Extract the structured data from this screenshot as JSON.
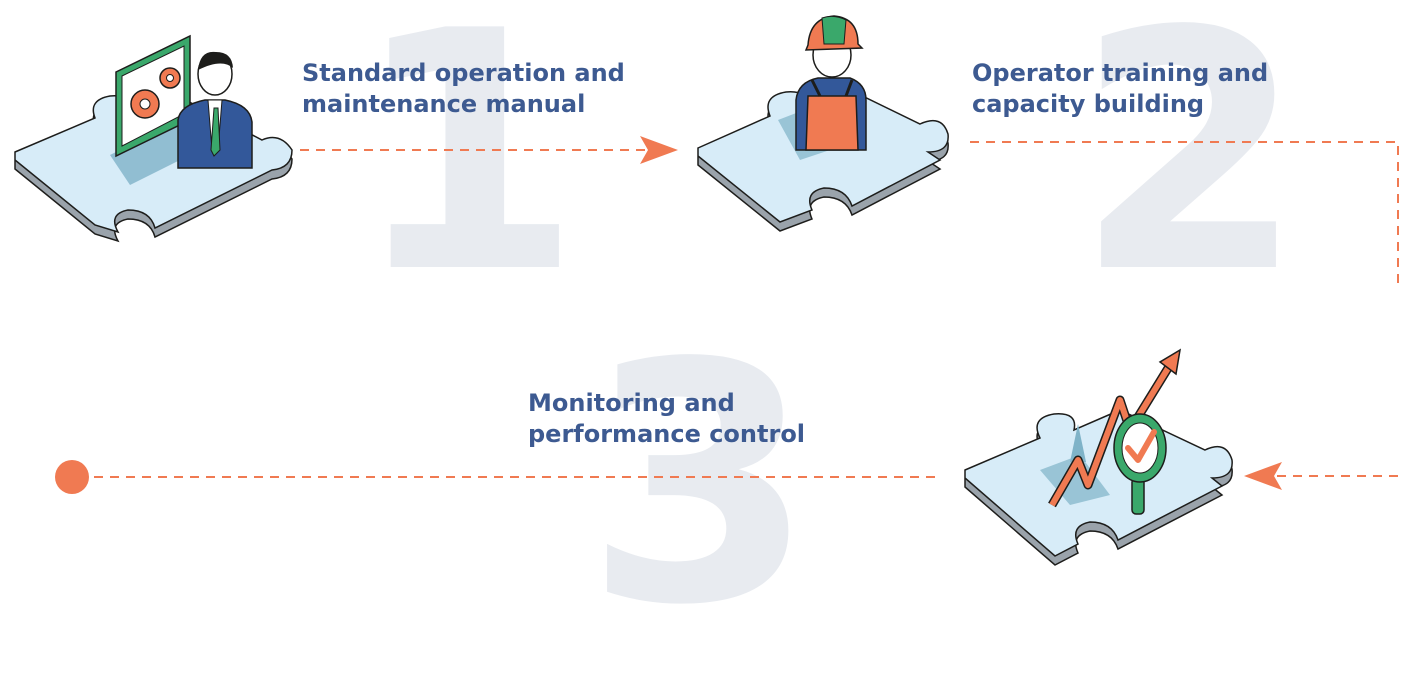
{
  "steps": [
    {
      "number": "1",
      "label_line1": "Standard operation and",
      "label_line2": "maintenance manual",
      "icon": "manual-gears-person-icon"
    },
    {
      "number": "2",
      "label_line1": "Operator training and",
      "label_line2": "capacity building",
      "icon": "worker-hardhat-icon"
    },
    {
      "number": "3",
      "label_line1": "Monitoring and",
      "label_line2": "performance control",
      "icon": "chart-magnifier-check-icon"
    }
  ],
  "colors": {
    "label": "#3d5a91",
    "big_number": "#e8ebf0",
    "connector": "#f07a52",
    "puzzle_fill": "#d7ecf8",
    "puzzle_edge": "#1d1d1b",
    "suit_blue": "#33589a",
    "accent_green": "#3aa86b",
    "accent_orange": "#f07a52"
  }
}
